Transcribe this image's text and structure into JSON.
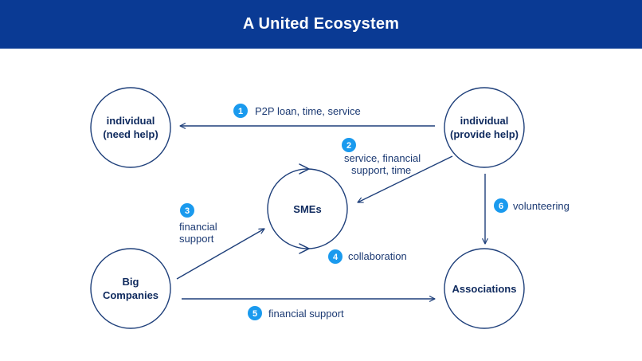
{
  "header": {
    "title": "A United Ecosystem"
  },
  "colors": {
    "header_bg": "#0a3a94",
    "line": "#1e3f7a",
    "badge": "#1a9aee",
    "text": "#0f2a5e"
  },
  "nodes": {
    "individual_need": {
      "line1": "individual",
      "line2": "(need help)"
    },
    "individual_provide": {
      "line1": "individual",
      "line2": "(provide help)"
    },
    "smes": {
      "label": "SMEs"
    },
    "big_companies": {
      "line1": "Big",
      "line2": "Companies"
    },
    "associations": {
      "label": "Associations"
    }
  },
  "edges": {
    "e1": {
      "num": "1",
      "line1": "P2P loan, time, service"
    },
    "e2": {
      "num": "2",
      "line1": "service, financial",
      "line2": "support, time"
    },
    "e3": {
      "num": "3",
      "line1": "financial",
      "line2": "support"
    },
    "e4": {
      "num": "4",
      "line1": "collaboration"
    },
    "e5": {
      "num": "5",
      "line1": "financial support"
    },
    "e6": {
      "num": "6",
      "line1": "volunteering"
    }
  }
}
